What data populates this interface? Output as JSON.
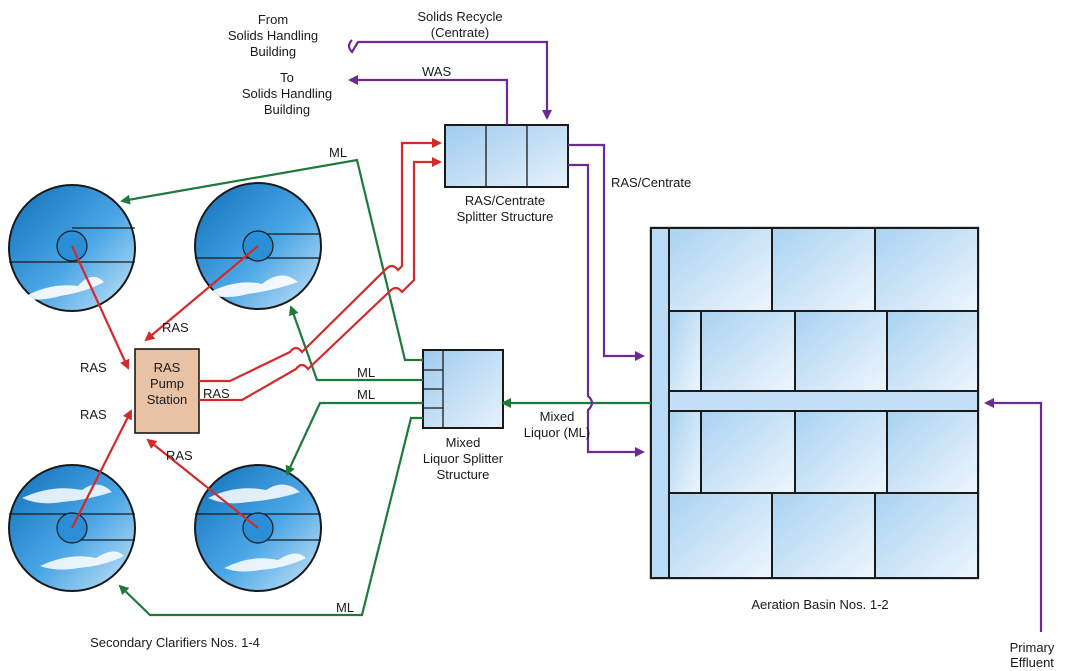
{
  "labels": {
    "from_solids_1": "From",
    "from_solids_2": "Solids Handling",
    "from_solids_3": "Building",
    "recycle_1": "Solids Recycle",
    "recycle_2": "(Centrate)",
    "to_solids_1": "To",
    "to_solids_2": "Solids Handling",
    "to_solids_3": "Building",
    "was": "WAS",
    "ras_centrate": "RAS/Centrate",
    "splitter_1": "RAS/Centrate",
    "splitter_2": "Splitter Structure",
    "ml_top": "ML",
    "ml_mid1": "ML",
    "ml_mid2": "ML",
    "ml_bottom": "ML",
    "ras_a": "RAS",
    "ras_b": "RAS",
    "ras_c": "RAS",
    "ras_d": "RAS",
    "ras_e": "RAS",
    "pump_1": "RAS",
    "pump_2": "Pump",
    "pump_3": "Station",
    "mixed_1": "Mixed",
    "mixed_2": "Liquor (ML)",
    "mls_1": "Mixed",
    "mls_2": "Liquor Splitter",
    "mls_3": "Structure",
    "basin": "Aeration Basin Nos. 1-2",
    "clarifiers": "Secondary Clarifiers Nos. 1-4",
    "primary_1": "Primary",
    "primary_2": "Effluent"
  },
  "colors": {
    "mixed_liquor_line": "#1d7a3a",
    "ras_line": "#d42a2a",
    "solids_line": "#6a2c91",
    "pump_station_fill": "#e8c2a4",
    "water_blue": "#2a8fd6"
  }
}
